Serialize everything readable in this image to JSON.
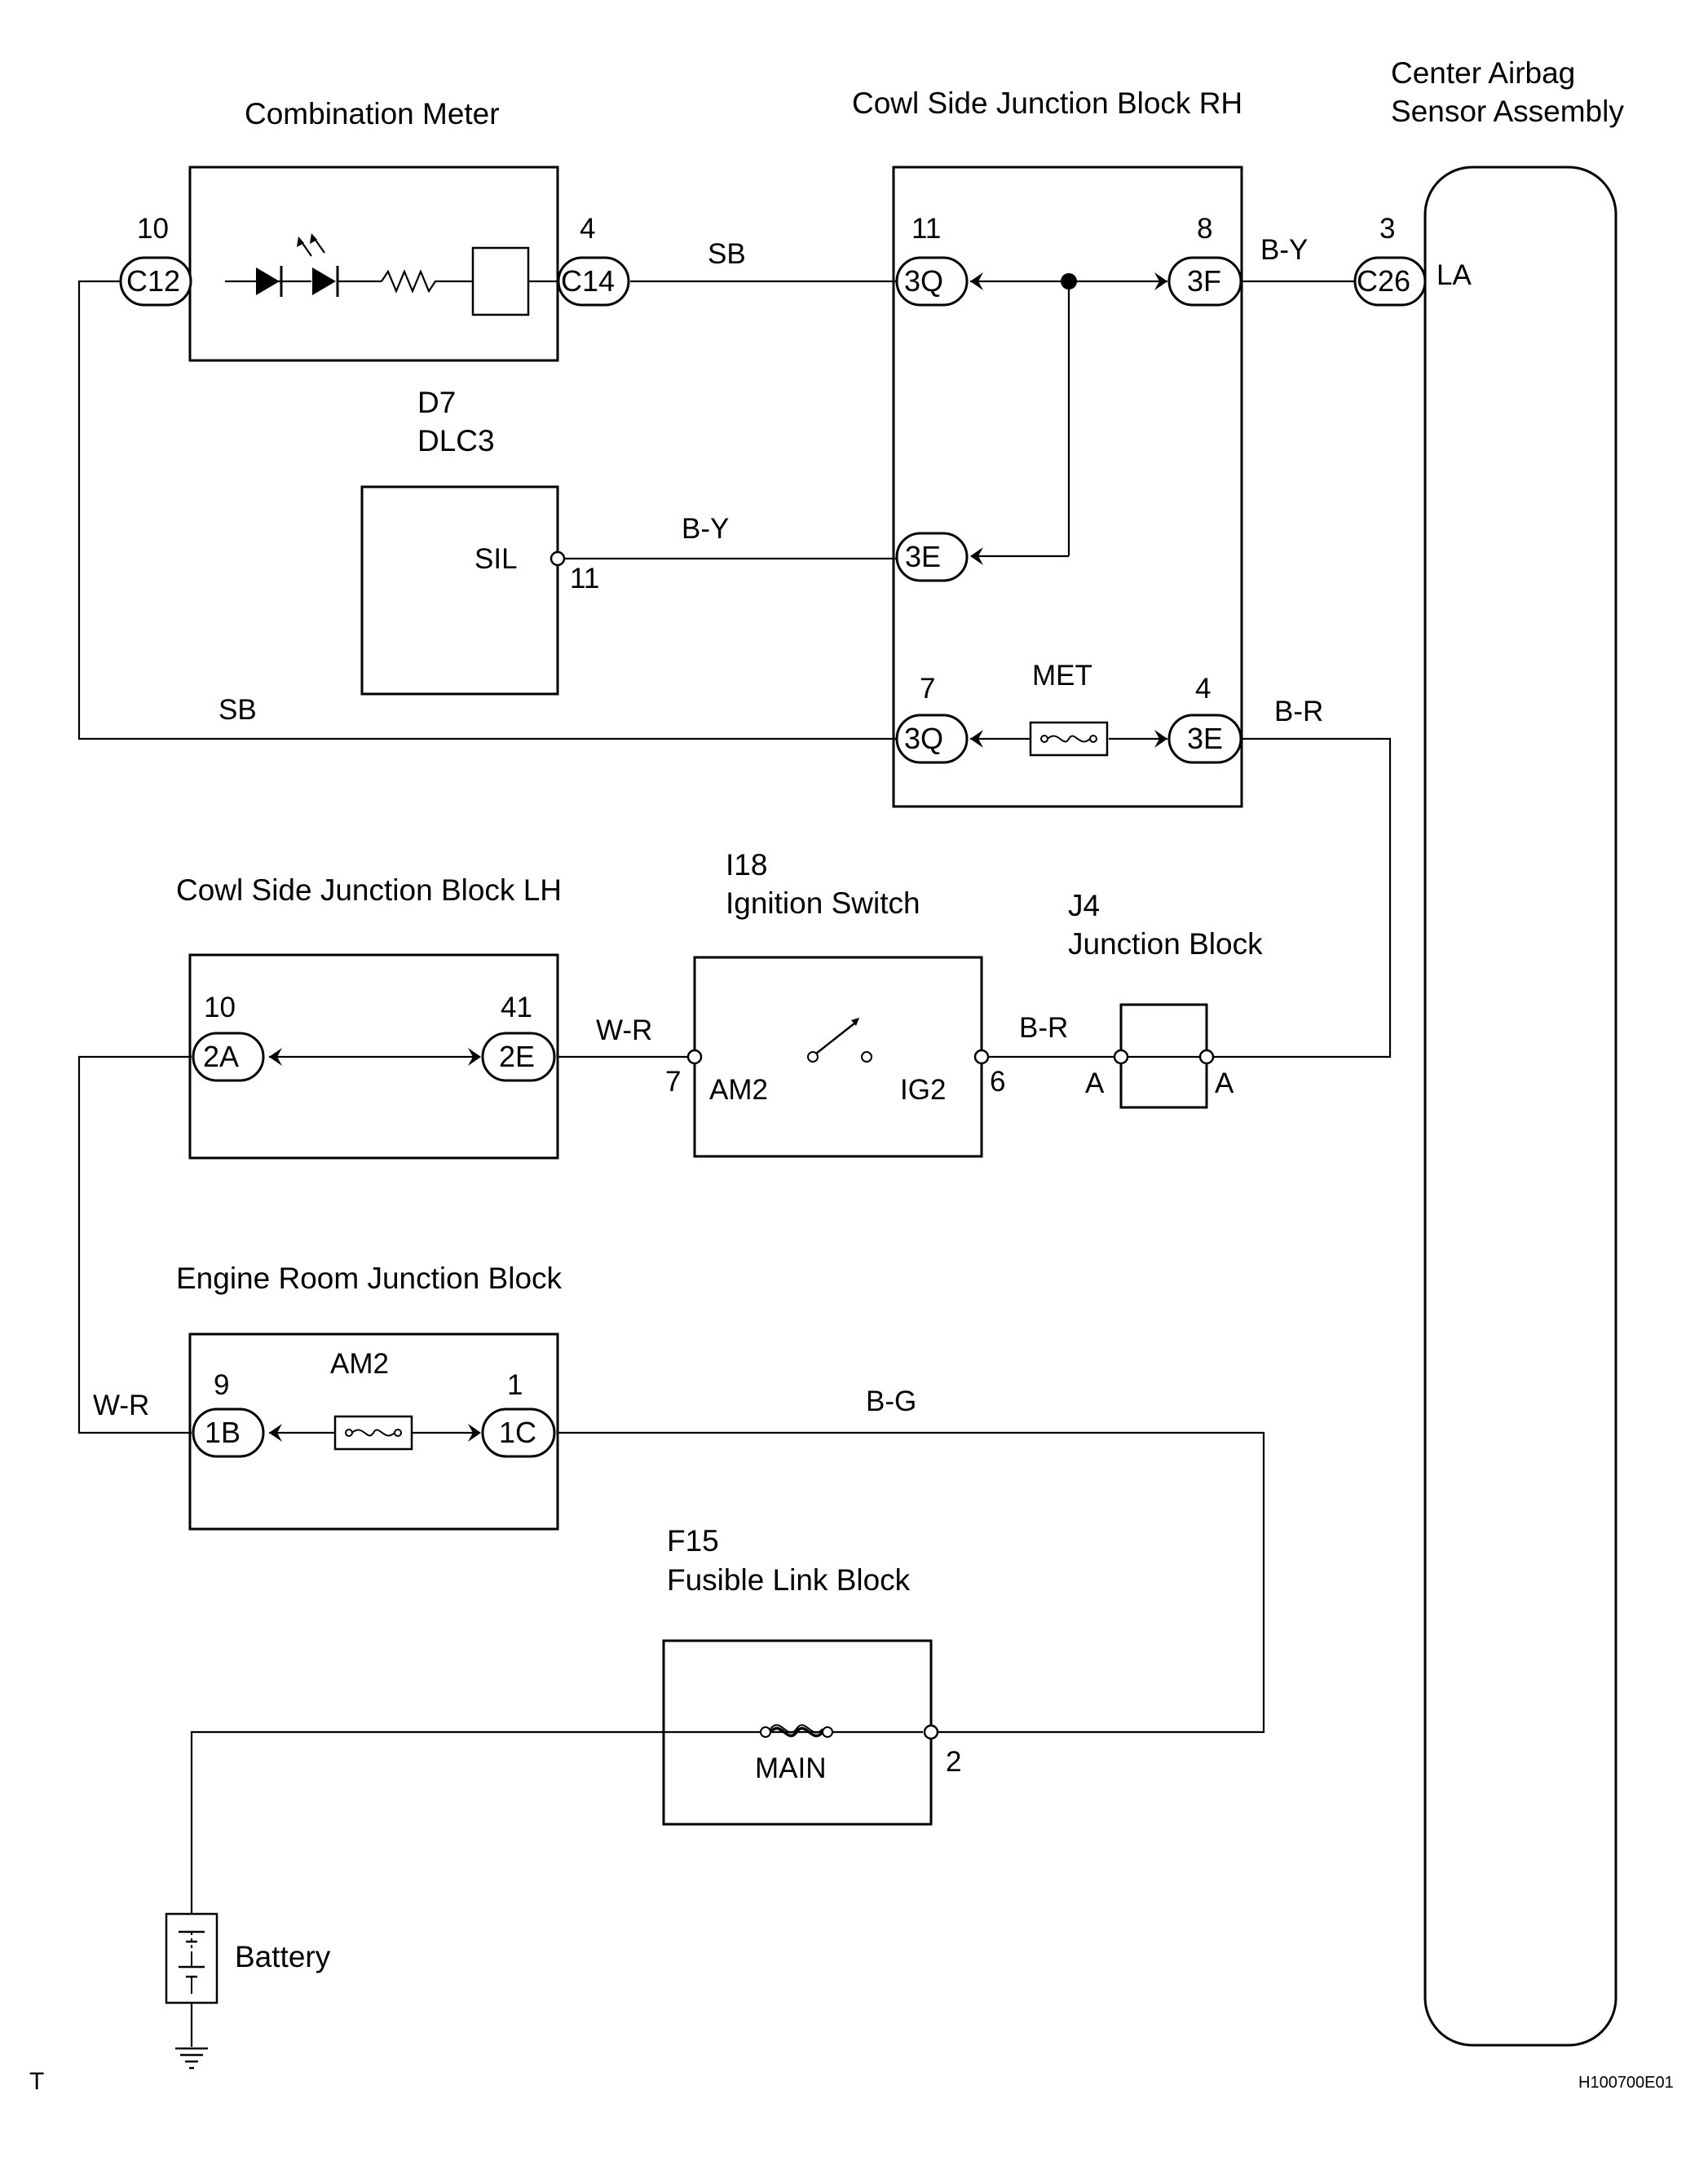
{
  "components": {
    "combination_meter": {
      "title": "Combination Meter",
      "left_pin": "10",
      "left_conn": "C12",
      "right_pin": "4",
      "right_conn": "C14"
    },
    "cowl_rh": {
      "title": "Cowl Side Junction Block RH",
      "tl_pin": "11",
      "tl_conn": "3Q",
      "tr_pin": "8",
      "tr_conn": "3F",
      "ml_conn": "3E",
      "bl_pin": "7",
      "bl_conn": "3Q",
      "br_pin": "4",
      "br_conn": "3E",
      "fuse": "MET"
    },
    "airbag_sensor": {
      "title_line1": "Center Airbag",
      "title_line2": "Sensor Assembly",
      "pin": "3",
      "conn": "C26",
      "terminal": "LA"
    },
    "dlc3": {
      "code": "D7",
      "name": "DLC3",
      "terminal": "SIL",
      "pin": "11"
    },
    "cowl_lh": {
      "title": "Cowl Side Junction Block LH",
      "left_pin": "10",
      "left_conn": "2A",
      "right_pin": "41",
      "right_conn": "2E"
    },
    "ignition_switch": {
      "code": "I18",
      "name": "Ignition Switch",
      "left_pin": "7",
      "left_terminal": "AM2",
      "right_pin": "6",
      "right_terminal": "IG2"
    },
    "junction_block_j4": {
      "code": "J4",
      "name": "Junction Block",
      "left_terminal": "A",
      "right_terminal": "A"
    },
    "engine_room_jb": {
      "title": "Engine Room Junction Block",
      "fuse": "AM2",
      "left_pin": "9",
      "left_conn": "1B",
      "right_pin": "1",
      "right_conn": "1C"
    },
    "fusible_link": {
      "code": "F15",
      "name": "Fusible Link Block",
      "fuse": "MAIN",
      "pin": "2"
    },
    "battery": {
      "label": "Battery"
    }
  },
  "wires": {
    "meter_to_rh": "SB",
    "rh_to_airbag": "B-Y",
    "dlc_to_rh": "B-Y",
    "left_loop": "SB",
    "rh_to_right": "B-R",
    "lh_to_ign": "W-R",
    "ign_to_j4": "B-R",
    "left_down": "W-R",
    "erjb_to_fusible": "B-G"
  },
  "footer": {
    "left_mark": "T",
    "figure_code": "H100700E01"
  }
}
